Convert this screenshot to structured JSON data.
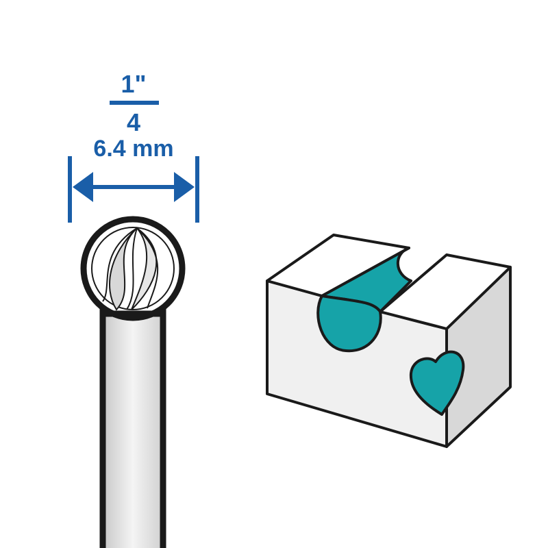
{
  "dimension": {
    "numerator": "1\"",
    "denominator": "4",
    "metric": "6.4 mm"
  },
  "colors": {
    "blue": "#1a5ea8",
    "teal": "#16a3a8",
    "outline": "#1a1a1a",
    "gray": "#e3e3e3"
  }
}
